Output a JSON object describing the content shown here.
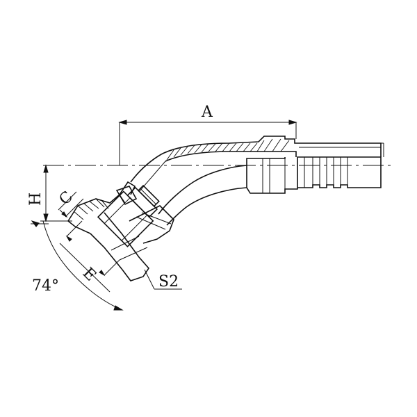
{
  "labels": {
    "A": "A",
    "H": "H",
    "C": "C",
    "E": "E",
    "S2": "S2",
    "angle": "74°"
  }
}
